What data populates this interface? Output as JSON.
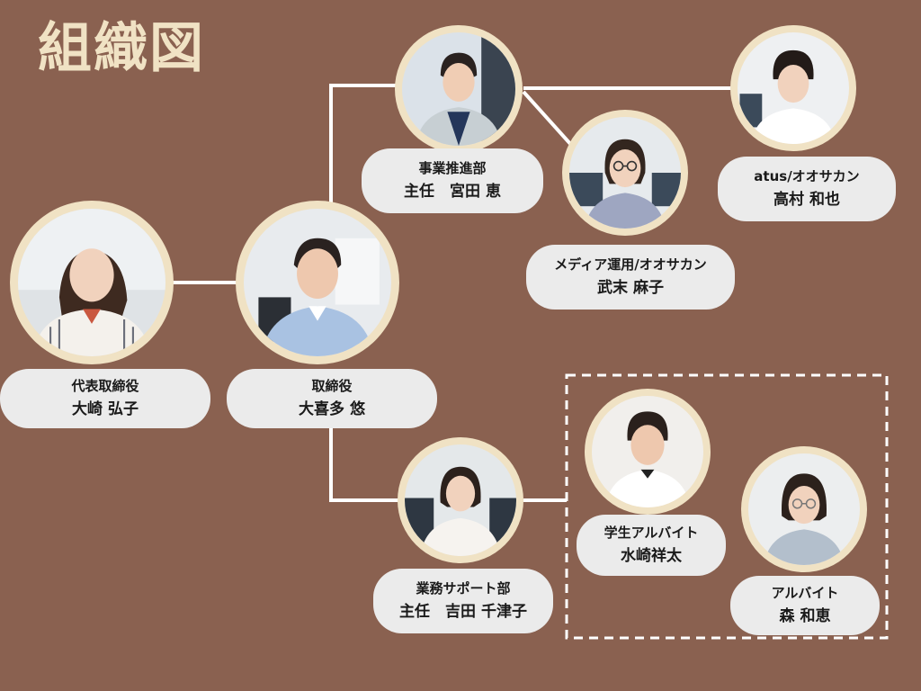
{
  "title": "組織図",
  "colors": {
    "background": "#8a6150",
    "frame": "#f0e2c4",
    "label_bg": "#ebebeb",
    "lines": "#ffffff"
  },
  "members": {
    "ceo": {
      "role": "代表取締役",
      "name": "大崎 弘子"
    },
    "director": {
      "role": "取締役",
      "name": "大喜多 悠"
    },
    "business": {
      "role": "事業推進部",
      "name": "主任　宮田 恵"
    },
    "media": {
      "role": "メディア運用/オオサカン",
      "name": "武末 麻子"
    },
    "atus": {
      "role": "atus/オオサカン",
      "name": "高村 和也"
    },
    "support": {
      "role": "業務サポート部",
      "name": "主任　吉田 千津子"
    },
    "student": {
      "role": "学生アルバイト",
      "name": "水崎祥太"
    },
    "parttime": {
      "role": "アルバイト",
      "name": "森 和恵"
    }
  }
}
